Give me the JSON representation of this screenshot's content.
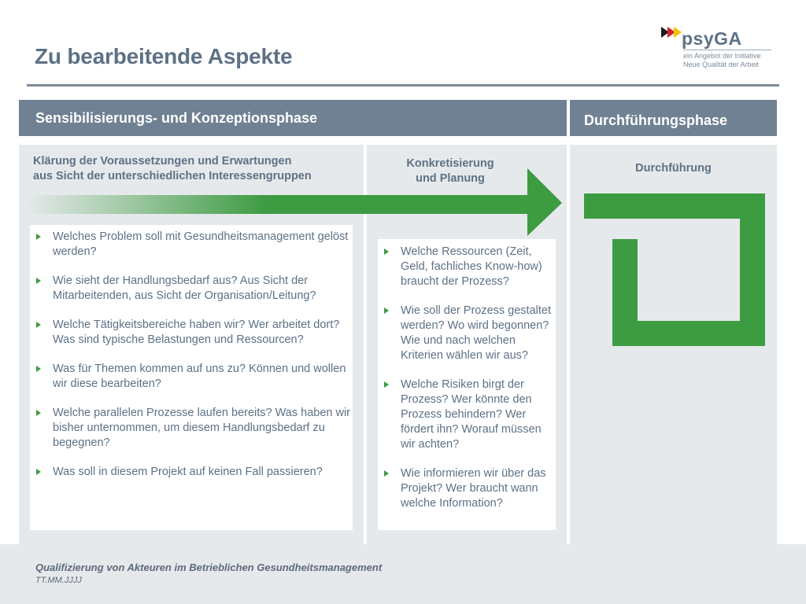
{
  "title": "Zu bearbeitende Aspekte",
  "logo": {
    "name": "psyGA",
    "tagline_1": "ein Angebot der Initiative",
    "tagline_2": "Neue Qualität der Arbeit"
  },
  "phases": {
    "phase_1": "Sensibilisierungs- und Konzeptionsphase",
    "phase_2": "Durchführungsphase"
  },
  "columns": {
    "col_1_heading_line_1": "Klärung der Voraussetzungen und Erwartungen",
    "col_1_heading_line_2": "aus Sicht der unterschiedlichen Interessengruppen",
    "col_2_heading_line_1": "Konkretisierung",
    "col_2_heading_line_2": "und Planung",
    "col_3_heading": "Durchführung"
  },
  "list_1": [
    "Welches Problem soll mit Gesundheitsmanagement gelöst werden?",
    "Wie sieht der Handlungsbedarf aus? Aus Sicht der Mitarbeitenden, aus Sicht der Organisation/Leitung?",
    "Welche Tätigkeitsbereiche haben wir? Wer arbeitet dort? Was sind typische Belastungen und Ressourcen?",
    "Was für Themen kommen auf uns zu? Können und wollen wir diese bearbeiten?",
    "Welche parallelen Prozesse laufen bereits? Was haben wir bisher unternommen, um diesem Handlungsbedarf zu begegnen?",
    "Was soll in diesem Projekt auf keinen Fall passieren?"
  ],
  "list_2": [
    "Welche Ressourcen (Zeit, Geld, fachliches Know-how) braucht der Prozess?",
    "Wie soll der Prozess gestaltet werden? Wo wird begonnen? Wie und nach welchen Kriterien wählen wir aus?",
    "Welche Risiken birgt der Prozess? Wer könnte den Prozess behindern? Wer fördert ihn? Worauf müssen wir achten?",
    "Wie informieren wir über das Projekt? Wer braucht wann welche Information?"
  ],
  "footer": {
    "text": "Qualifizierung von Akteuren im Betrieblichen Gesundheitsmanagement",
    "date": "TT.MM.JJJJ"
  },
  "colors": {
    "accent_green": "#3d9b41",
    "header_gray": "#6f8193",
    "text_blue_gray": "#5d7186"
  }
}
